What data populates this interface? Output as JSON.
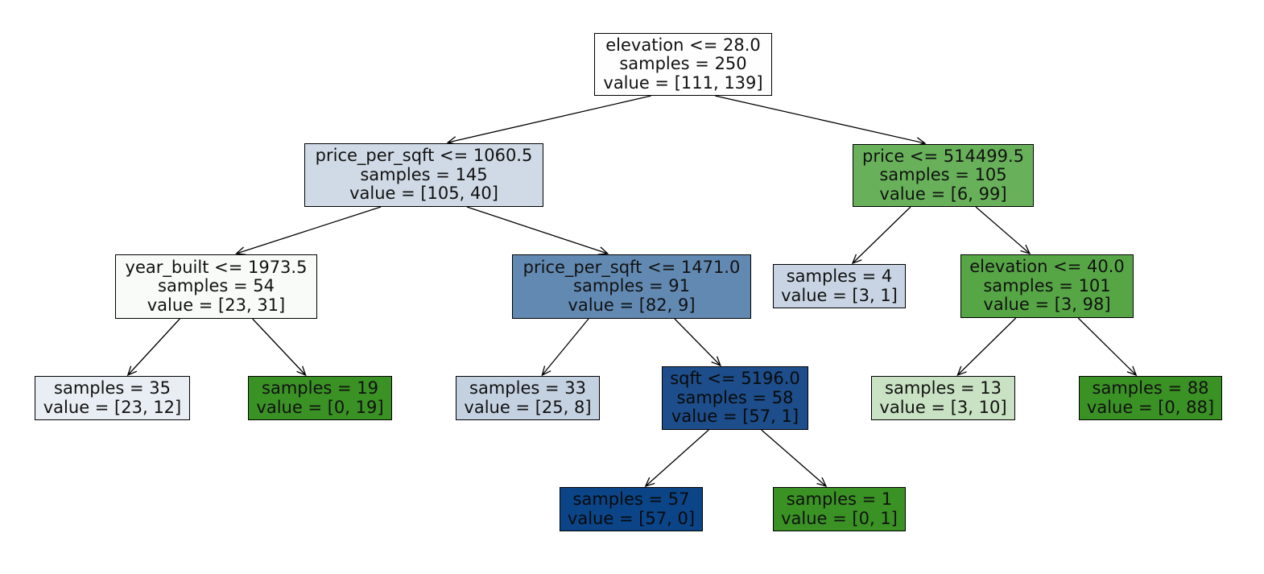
{
  "tree": {
    "class_colors": [
      "#0b4588",
      "#3a9124"
    ],
    "nodes": [
      {
        "id": "n0",
        "parent": null,
        "split": "elevation <= 28.0",
        "samples": "samples = 250",
        "value": "value = [111, 139]",
        "fill": "#fdfefd"
      },
      {
        "id": "n1",
        "parent": "n0",
        "split": "price_per_sqft <= 1060.5",
        "samples": "samples = 145",
        "value": "value = [105, 40]",
        "fill": "#d0dae6"
      },
      {
        "id": "n2",
        "parent": "n0",
        "split": "price <= 514499.5",
        "samples": "samples = 105",
        "value": "value = [6, 99]",
        "fill": "#68b15a"
      },
      {
        "id": "n3",
        "parent": "n1",
        "split": "year_built <= 1973.5",
        "samples": "samples = 54",
        "value": "value = [23, 31]",
        "fill": "#f9fbf9"
      },
      {
        "id": "n4",
        "parent": "n1",
        "split": "price_per_sqft <= 1471.0",
        "samples": "samples = 91",
        "value": "value = [82, 9]",
        "fill": "#6289b2"
      },
      {
        "id": "n5",
        "parent": "n2",
        "split": "",
        "samples": "samples = 4",
        "value": "value = [3, 1]",
        "fill": "#c8d4e3"
      },
      {
        "id": "n6",
        "parent": "n2",
        "split": "elevation <= 40.0",
        "samples": "samples = 101",
        "value": "value = [3, 98]",
        "fill": "#57a646"
      },
      {
        "id": "n7",
        "parent": "n3",
        "split": "",
        "samples": "samples = 35",
        "value": "value = [23, 12]",
        "fill": "#e9eef4"
      },
      {
        "id": "n8",
        "parent": "n3",
        "split": "",
        "samples": "samples = 19",
        "value": "value = [0, 19]",
        "fill": "#3a9124"
      },
      {
        "id": "n9",
        "parent": "n4",
        "split": "",
        "samples": "samples = 33",
        "value": "value = [25, 8]",
        "fill": "#c4d1e1"
      },
      {
        "id": "n10",
        "parent": "n4",
        "split": "sqft <= 5196.0",
        "samples": "samples = 58",
        "value": "value = [57, 1]",
        "fill": "#1d4d8a"
      },
      {
        "id": "n11",
        "parent": "n6",
        "split": "",
        "samples": "samples = 13",
        "value": "value = [3, 10]",
        "fill": "#c9e2c3"
      },
      {
        "id": "n12",
        "parent": "n6",
        "split": "",
        "samples": "samples = 88",
        "value": "value = [0, 88]",
        "fill": "#3a9124"
      },
      {
        "id": "n13",
        "parent": "n10",
        "split": "",
        "samples": "samples = 57",
        "value": "value = [57, 0]",
        "fill": "#0b4588"
      },
      {
        "id": "n14",
        "parent": "n10",
        "split": "",
        "samples": "samples = 1",
        "value": "value = [0, 1]",
        "fill": "#3a9124"
      }
    ]
  }
}
